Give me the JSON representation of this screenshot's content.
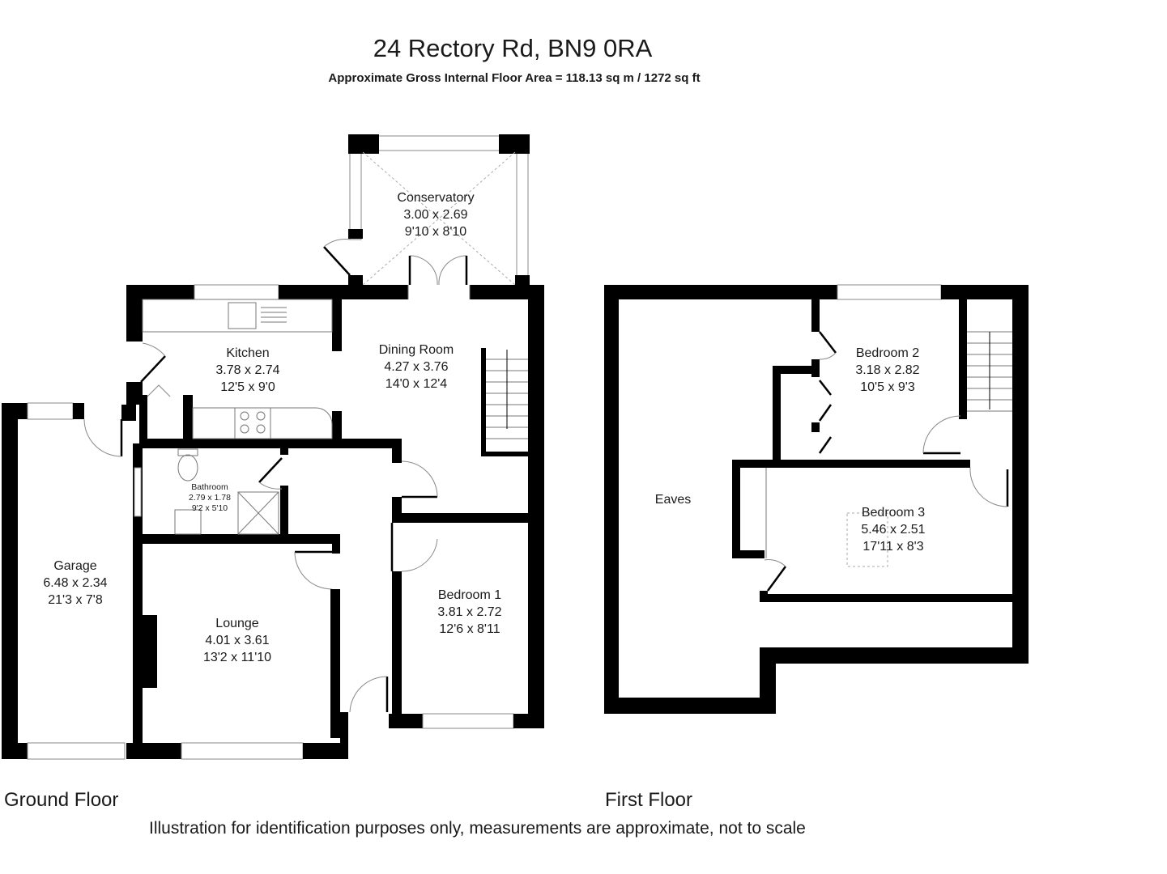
{
  "header": {
    "title": "24 Rectory Rd, BN9 0RA",
    "subtitle": "Approximate Gross Internal Floor Area = 118.13 sq m / 1272 sq ft"
  },
  "floors": {
    "ground": {
      "label": "Ground Floor",
      "rooms": {
        "conservatory": {
          "name": "Conservatory",
          "metric": "3.00 x 2.69",
          "imperial": "9'10 x 8'10"
        },
        "kitchen": {
          "name": "Kitchen",
          "metric": "3.78 x 2.74",
          "imperial": "12'5 x 9'0"
        },
        "dining": {
          "name": "Dining Room",
          "metric": "4.27 x 3.76",
          "imperial": "14'0 x 12'4"
        },
        "bathroom": {
          "name": "Bathroom",
          "metric": "2.79 x 1.78",
          "imperial": "9'2 x 5'10"
        },
        "garage": {
          "name": "Garage",
          "metric": "6.48 x 2.34",
          "imperial": "21'3 x 7'8"
        },
        "lounge": {
          "name": "Lounge",
          "metric": "4.01 x 3.61",
          "imperial": "13'2 x 11'10"
        },
        "bedroom1": {
          "name": "Bedroom 1",
          "metric": "3.81 x 2.72",
          "imperial": "12'6 x 8'11"
        }
      }
    },
    "first": {
      "label": "First Floor",
      "rooms": {
        "eaves": {
          "name": "Eaves"
        },
        "bedroom2": {
          "name": "Bedroom 2",
          "metric": "3.18 x 2.82",
          "imperial": "10'5 x 9'3"
        },
        "bedroom3": {
          "name": "Bedroom 3",
          "metric": "5.46 x 2.51",
          "imperial": "17'11 x 8'3"
        }
      }
    }
  },
  "footer": {
    "disclaimer": "Illustration for identification purposes only, measurements are approximate, not to scale"
  }
}
